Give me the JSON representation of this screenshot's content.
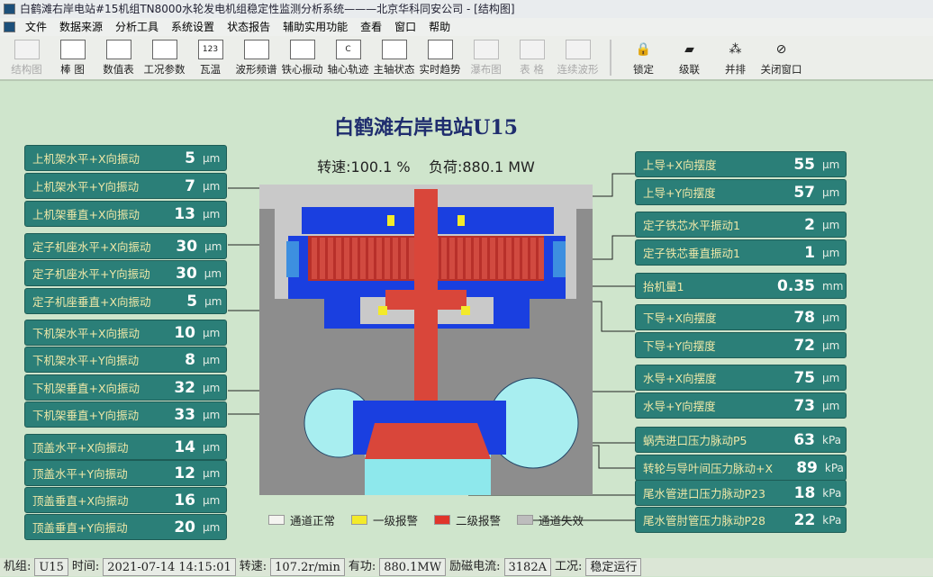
{
  "window": {
    "title": "白鹤滩右岸电站#15机组TN8000水轮发电机组稳定性监测分析系统———北京华科同安公司 - [结构图]"
  },
  "menu": [
    "文件",
    "数据来源",
    "分析工具",
    "系统设置",
    "状态报告",
    "辅助实用功能",
    "查看",
    "窗口",
    "帮助"
  ],
  "toolbar": [
    {
      "label": "结构图",
      "icon": "structure-icon",
      "disabled": true
    },
    {
      "label": "棒 图",
      "icon": "bar-chart-icon"
    },
    {
      "label": "数值表",
      "icon": "value-table-icon"
    },
    {
      "label": "工况参数",
      "icon": "params-icon"
    },
    {
      "label": "瓦温",
      "icon": "number-display-icon",
      "glyph": "123"
    },
    {
      "label": "波形频谱",
      "icon": "waveform-icon"
    },
    {
      "label": "铁心振动",
      "icon": "core-vibration-icon"
    },
    {
      "label": "轴心轨迹",
      "icon": "orbit-icon",
      "glyph": "C"
    },
    {
      "label": "主轴状态",
      "icon": "shaft-status-icon"
    },
    {
      "label": "实时趋势",
      "icon": "trend-icon"
    },
    {
      "label": "瀑布图",
      "icon": "waterfall-icon",
      "disabled": true
    },
    {
      "label": "表 格",
      "icon": "grid-icon",
      "disabled": true
    },
    {
      "label": "连续波形",
      "icon": "continuous-wave-icon",
      "disabled": true
    },
    {
      "sep": true
    },
    {
      "label": "锁定",
      "icon": "lock-icon",
      "glyph": "🔒",
      "small": true
    },
    {
      "label": "级联",
      "icon": "cascade-icon",
      "glyph": "▰",
      "small": true
    },
    {
      "label": "并排",
      "icon": "tile-icon",
      "glyph": "⁂",
      "small": true
    },
    {
      "label": "关闭窗口",
      "icon": "close-window-icon",
      "glyph": "⊘",
      "small": true
    }
  ],
  "main": {
    "title": "白鹤滩右岸电站U15",
    "speed_label": "转速:",
    "speed": "100.1 %",
    "load_label": "负荷:",
    "load": "880.1 MW"
  },
  "left": [
    {
      "label": "上机架水平+X向振动",
      "value": "5",
      "unit": "μm"
    },
    {
      "label": "上机架水平+Y向振动",
      "value": "7",
      "unit": "μm"
    },
    {
      "label": "上机架垂直+X向振动",
      "value": "13",
      "unit": "μm"
    },
    {
      "label": "定子机座水平+X向振动",
      "value": "30",
      "unit": "μm"
    },
    {
      "label": "定子机座水平+Y向振动",
      "value": "30",
      "unit": "μm"
    },
    {
      "label": "定子机座垂直+X向振动",
      "value": "5",
      "unit": "μm"
    },
    {
      "label": "下机架水平+X向振动",
      "value": "10",
      "unit": "μm"
    },
    {
      "label": "下机架水平+Y向振动",
      "value": "8",
      "unit": "μm"
    },
    {
      "label": "下机架垂直+X向振动",
      "value": "32",
      "unit": "μm"
    },
    {
      "label": "下机架垂直+Y向振动",
      "value": "33",
      "unit": "μm"
    },
    {
      "label": "顶盖水平+X向振动",
      "value": "14",
      "unit": "μm"
    },
    {
      "label": "顶盖水平+Y向振动",
      "value": "12",
      "unit": "μm"
    },
    {
      "label": "顶盖垂直+X向振动",
      "value": "16",
      "unit": "μm"
    },
    {
      "label": "顶盖垂直+Y向振动",
      "value": "20",
      "unit": "μm"
    }
  ],
  "right": [
    {
      "label": "上导+X向摆度",
      "value": "55",
      "unit": "μm"
    },
    {
      "label": "上导+Y向摆度",
      "value": "57",
      "unit": "μm"
    },
    {
      "label": "定子铁芯水平振动1",
      "value": "2",
      "unit": "μm"
    },
    {
      "label": "定子铁芯垂直振动1",
      "value": "1",
      "unit": "μm"
    },
    {
      "label": "抬机量1",
      "value": "0.35",
      "unit": "mm"
    },
    {
      "label": "下导+X向摆度",
      "value": "78",
      "unit": "μm"
    },
    {
      "label": "下导+Y向摆度",
      "value": "72",
      "unit": "μm"
    },
    {
      "label": "水导+X向摆度",
      "value": "75",
      "unit": "μm"
    },
    {
      "label": "水导+Y向摆度",
      "value": "73",
      "unit": "μm"
    },
    {
      "label": "蜗壳进口压力脉动P5",
      "value": "63",
      "unit": "kPa"
    },
    {
      "label": "转轮与导叶间压力脉动+X",
      "value": "89",
      "unit": "kPa"
    },
    {
      "label": "尾水管进口压力脉动P23",
      "value": "18",
      "unit": "kPa"
    },
    {
      "label": "尾水管肘管压力脉动P28",
      "value": "22",
      "unit": "kPa"
    }
  ],
  "legend": [
    {
      "label": "通道正常",
      "color": "#f4f4f0"
    },
    {
      "label": "一级报警",
      "color": "#f3ea2a"
    },
    {
      "label": "二级报警",
      "color": "#e0352b"
    },
    {
      "label": "通道失效",
      "color": "#bdbdbd"
    }
  ],
  "status": [
    {
      "label": "机组:",
      "value": "U15"
    },
    {
      "label": "时间:",
      "value": "2021-07-14 14:15:01"
    },
    {
      "label": "转速:",
      "value": "107.2r/min"
    },
    {
      "label": "有功:",
      "value": "880.1MW"
    },
    {
      "label": "励磁电流:",
      "value": "3182A"
    },
    {
      "label": "工况:",
      "value": "稳定运行"
    }
  ]
}
